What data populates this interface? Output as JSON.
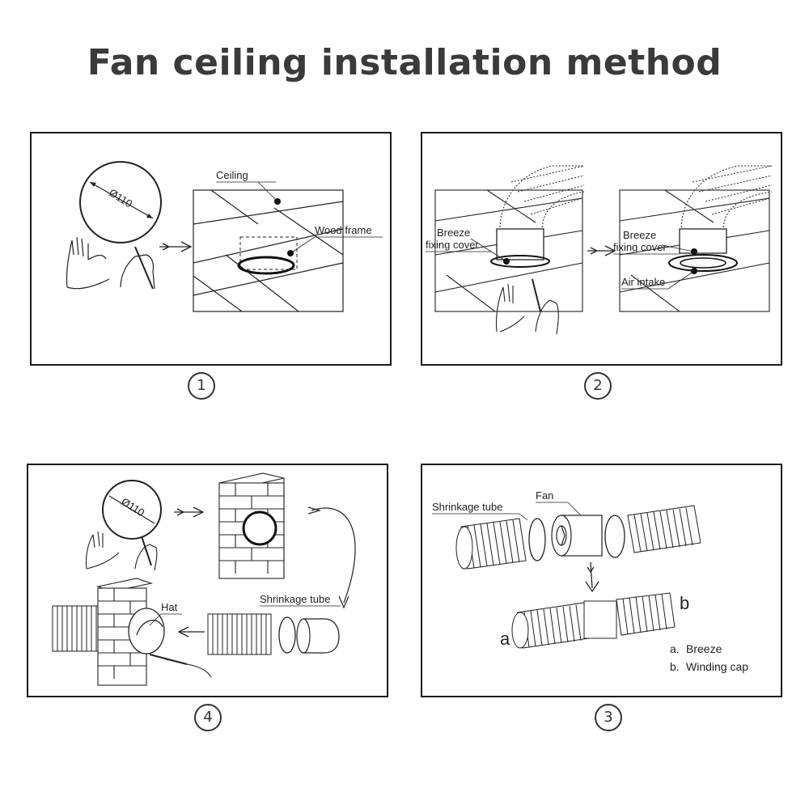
{
  "title": "Fan ceiling installation method",
  "steps": [
    {
      "number": "1",
      "circled": "①",
      "labels": {
        "diameter": "Ø110",
        "ceiling": "Ceiling",
        "wood_frame": "Wood frame"
      }
    },
    {
      "number": "2",
      "circled": "②",
      "labels": {
        "breeze_left": "Breeze",
        "fixing_cover_left": "fixing cover",
        "breeze_right": "Breeze",
        "fixing_cover_right": "fixing cover",
        "air_intake": "Air intake"
      }
    },
    {
      "number": "3",
      "circled": "③",
      "labels": {
        "shrinkage_tube": "Shrinkage tube",
        "fan": "Fan",
        "a": "a",
        "b": "b",
        "legend_a_key": "a.",
        "legend_a": "Breeze",
        "legend_b_key": "b.",
        "legend_b": "Winding cap"
      }
    },
    {
      "number": "4",
      "circled": "④",
      "labels": {
        "diameter": "Ø110",
        "hat": "Hat",
        "shrinkage_tube": "Shrinkage tube"
      }
    }
  ]
}
